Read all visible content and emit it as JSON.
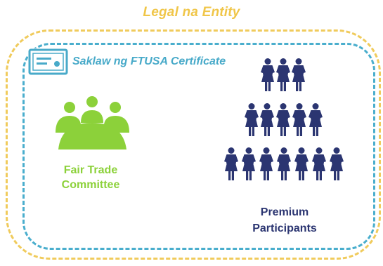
{
  "diagram": {
    "outer_title": "Legal na Entity",
    "scope_label": "Saklaw ng FTUSA Certificate",
    "committee": {
      "line1": "Fair Trade",
      "line2": "Committee"
    },
    "premium": {
      "line1": "Premium",
      "line2": "Participants"
    }
  },
  "icons": {
    "certificate": "certificate-icon",
    "committee": "people-around-table-icon",
    "participants": "people-pyramid-icon"
  },
  "colors": {
    "title": "#f0c649",
    "outer_border": "#f0cb5c",
    "inner_border": "#4aaecd",
    "scope_text": "#48aac9",
    "committee": "#8cd13a",
    "premium": "#2b3571"
  }
}
